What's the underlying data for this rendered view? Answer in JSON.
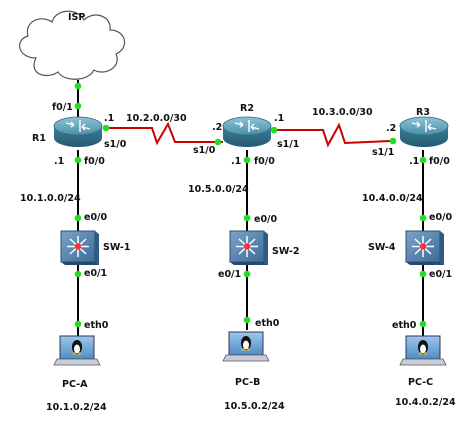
{
  "colors": {
    "link": "#000000",
    "serial_link": "#cc0000",
    "port_dot": "#22dd22",
    "router_body": "#3a7d96",
    "switch_body": "#4e7fa9",
    "pc_screen": "#6aa8d8"
  },
  "cloud": {
    "name": "ISP",
    "icon": "cloud-icon"
  },
  "routers": [
    {
      "name": "R1",
      "icon": "router-icon"
    },
    {
      "name": "R2",
      "icon": "router-icon"
    },
    {
      "name": "R3",
      "icon": "router-icon"
    }
  ],
  "switches": [
    {
      "name": "SW-1",
      "icon": "switch-icon"
    },
    {
      "name": "SW-2",
      "icon": "switch-icon"
    },
    {
      "name": "SW-4",
      "icon": "switch-icon"
    }
  ],
  "pcs": [
    {
      "name": "PC-A",
      "ip": "10.1.0.2/24",
      "icon": "linux-pc-icon"
    },
    {
      "name": "PC-B",
      "ip": "10.5.0.2/24",
      "icon": "linux-pc-icon"
    },
    {
      "name": "PC-C",
      "ip": "10.4.0.2/24",
      "icon": "linux-pc-icon"
    }
  ],
  "labels": {
    "r1_f01": "f0/1",
    "r1_s10_ip": ".1",
    "r1_s10": "s1/0",
    "r1_f00_ip": ".1",
    "r1_f00": "f0/0",
    "net_r1_r2": "10.2.0.0/30",
    "net_r2_r3": "10.3.0.0/30",
    "r2_s10_ip": ".2",
    "r2_s10": "s1/0",
    "r2_s11_ip": ".1",
    "r2_s11": "s1/1",
    "r2_f00_ip": ".1",
    "r2_f00": "f0/0",
    "r3_s11_ip": ".2",
    "r3_s11": "s1/1",
    "r3_f00_ip": ".1",
    "r3_f00": "f0/0",
    "net_lan_a": "10.1.0.0/24",
    "net_lan_b": "10.5.0.0/24",
    "net_lan_c": "10.4.0.0/24",
    "sw1_e00": "e0/0",
    "sw1_e01": "e0/1",
    "sw2_e00": "e0/0",
    "sw2_e01": "e0/1",
    "sw4_e00": "e0/0",
    "sw4_e01": "e0/1",
    "pca_eth0": "eth0",
    "pcb_eth0": "eth0",
    "pcc_eth0": "eth0"
  }
}
